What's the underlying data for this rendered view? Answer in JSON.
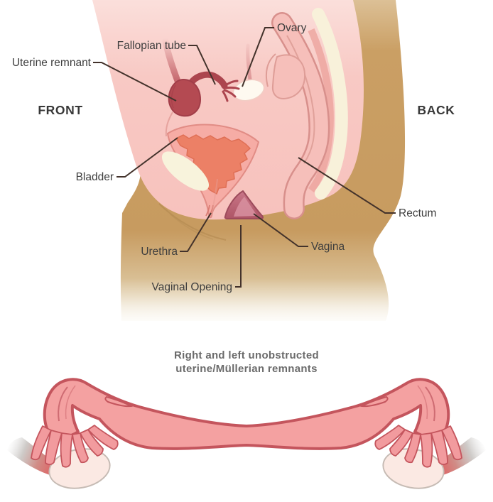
{
  "illustration": {
    "type": "female-pelvis-sagittal-and-uterine-remnants-diagram",
    "top_panel": {
      "orientation": {
        "front": "FRONT",
        "back": "BACK"
      },
      "labels": {
        "uterine_remnant": "Uterine remnant",
        "fallopian_tube": "Fallopian tube",
        "ovary": "Ovary",
        "bladder": "Bladder",
        "rectum": "Rectum",
        "urethra": "Urethra",
        "vagina": "Vagina",
        "vaginal_opening": "Vaginal Opening"
      }
    },
    "bottom_panel": {
      "caption_line1": "Right and left unobstructed",
      "caption_line2": "uterine/Müllerian remnants"
    },
    "colors": {
      "body_pink": "#F7C3BE",
      "skin_tan": "#C99E63",
      "organ_dark_red": "#B44A52",
      "bladder_fill": "#F6ACA5",
      "bladder_interior": "#EC8066",
      "pubic_bone_cream": "#F8F3DC",
      "vagina_mauve": "#BE6577",
      "remnant_fill": "#F4A1A1",
      "remnant_outline": "#C4555D",
      "ovary_pale": "#FBE9E3",
      "label_text": "#3D3D3D",
      "leader_line": "#43322B",
      "caption_text": "#6B6B6B"
    }
  }
}
